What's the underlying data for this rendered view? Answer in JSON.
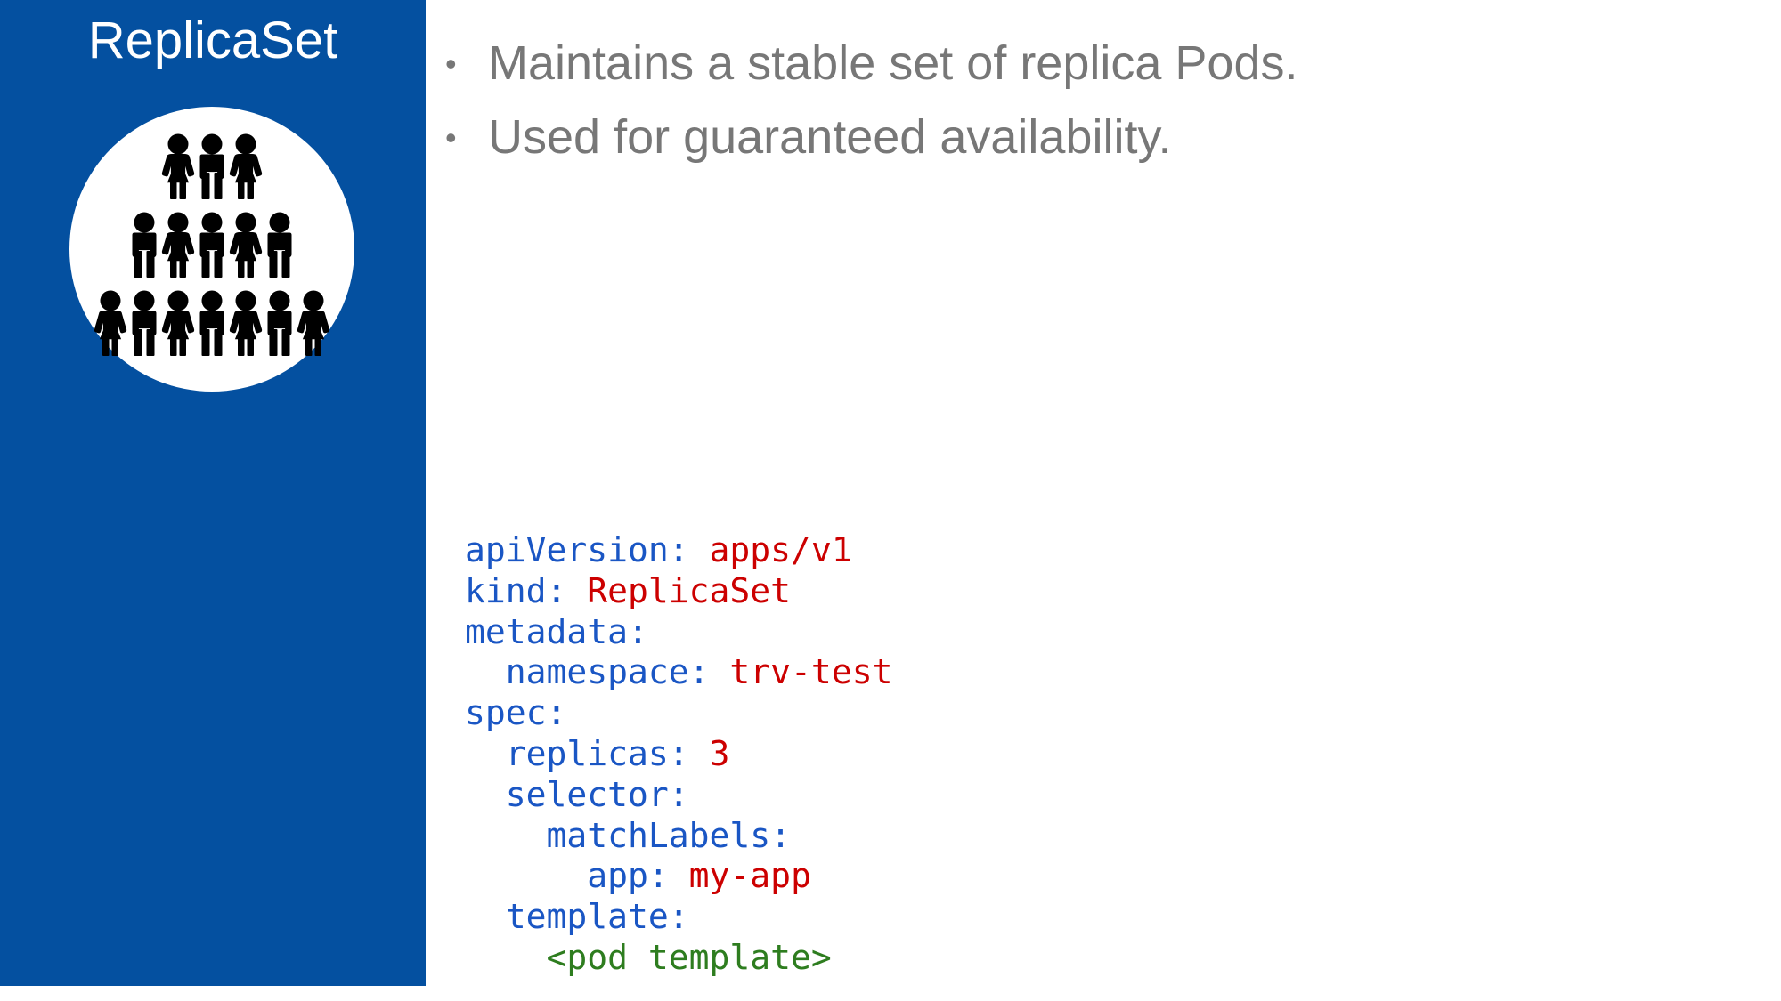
{
  "slide": {
    "panel": {
      "title": "ReplicaSet",
      "background_color": "#0450a0",
      "icon": {
        "name": "people-group-icon",
        "rows": [
          3,
          5,
          7
        ],
        "circle_color": "#ffffff",
        "figure_color": "#000000"
      }
    },
    "bullets": [
      {
        "marker": "•",
        "text": "Maintains a stable set of replica Pods."
      },
      {
        "marker": "•",
        "text": "Used for guaranteed availability."
      }
    ],
    "bullet_color": "#777777",
    "yaml": {
      "key_color": "#1a56c4",
      "value_color": "#cc0000",
      "placeholder_color": "#2e7d1f",
      "lines": [
        {
          "key": "apiVersion:",
          "value": " apps/v1",
          "indent": ""
        },
        {
          "key": "kind:",
          "value": " ReplicaSet",
          "indent": ""
        },
        {
          "key": "metadata:",
          "value": "",
          "indent": ""
        },
        {
          "key": "namespace:",
          "value": " trv-test",
          "indent": "  "
        },
        {
          "key": "spec:",
          "value": "",
          "indent": ""
        },
        {
          "key": "replicas:",
          "value": " 3",
          "indent": "  "
        },
        {
          "key": "selector:",
          "value": "",
          "indent": "  "
        },
        {
          "key": "matchLabels:",
          "value": "",
          "indent": "    "
        },
        {
          "key": "app:",
          "value": " my-app",
          "indent": "      "
        },
        {
          "key": "template:",
          "value": "",
          "indent": "  "
        },
        {
          "key": "",
          "value": "",
          "placeholder": "<pod template>",
          "indent": "    "
        }
      ]
    }
  }
}
